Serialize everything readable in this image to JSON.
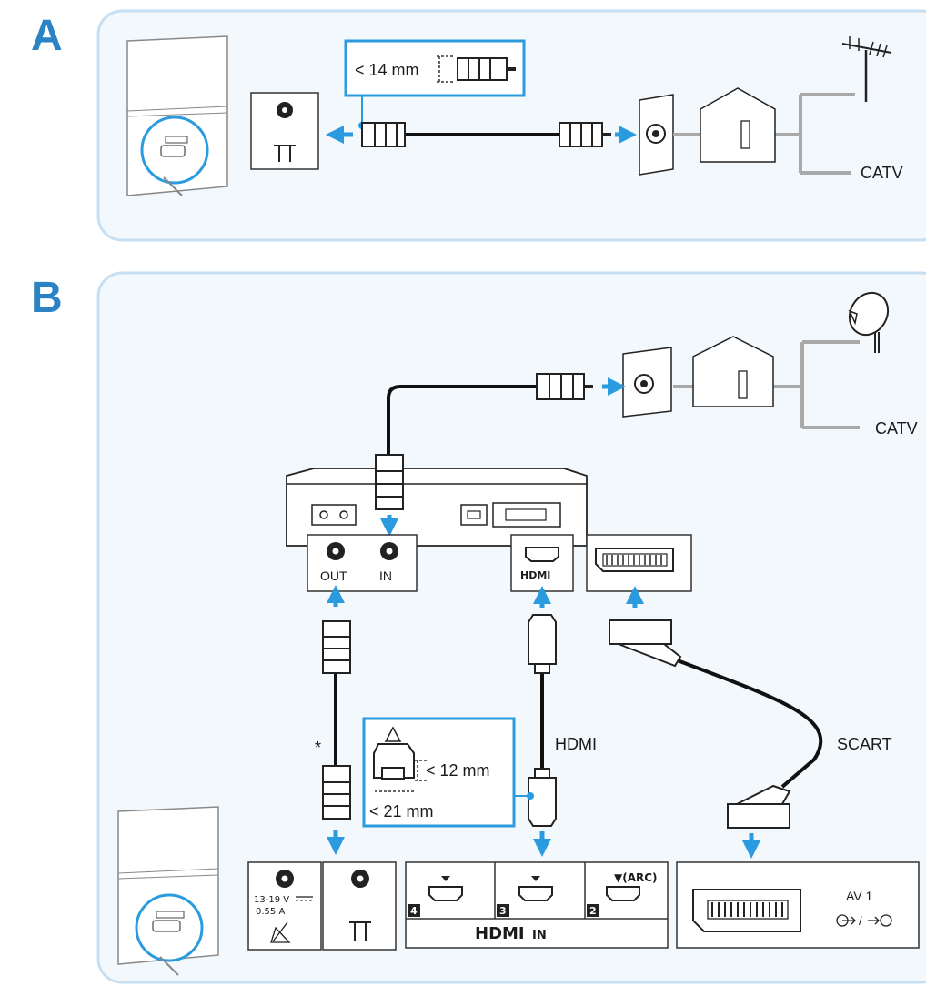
{
  "section_a": {
    "letter": "A",
    "dimension_label": "< 14 mm",
    "catv_label": "CATV"
  },
  "section_b": {
    "letter": "B",
    "catv_label": "CATV",
    "box_out_label": "OUT",
    "box_in_label": "IN",
    "box_hdmi_logo": "HDMI",
    "asterisk": "*",
    "hdmi_cable_label": "HDMI",
    "scart_cable_label": "SCART",
    "dim_height_label": "< 12 mm",
    "dim_width_label": "< 21 mm",
    "sat_voltage_label": "13-19 V",
    "sat_current_label": "0.55 A",
    "hdmi_port_4": "4",
    "hdmi_port_3": "3",
    "hdmi_port_2": "2",
    "hdmi_arc_label": "▼(ARC)",
    "hdmi_in_logo": "HDMI",
    "hdmi_in_suffix": "IN",
    "av_label": "AV  1"
  },
  "colors": {
    "panel_border": "#c6dff2",
    "panel_fill": "#f3f8fd",
    "accent_blue": "#2b9be0",
    "letter_blue": "#2b82c4",
    "cable_grey": "#a9a9a9"
  },
  "icons": [
    "antenna-icon",
    "satellite-dish-icon",
    "house-icon",
    "tv-icon",
    "coax-connector-icon",
    "hdmi-connector-icon",
    "scart-connector-icon",
    "satellite-input-icon",
    "antenna-input-icon",
    "arrow-icon"
  ]
}
